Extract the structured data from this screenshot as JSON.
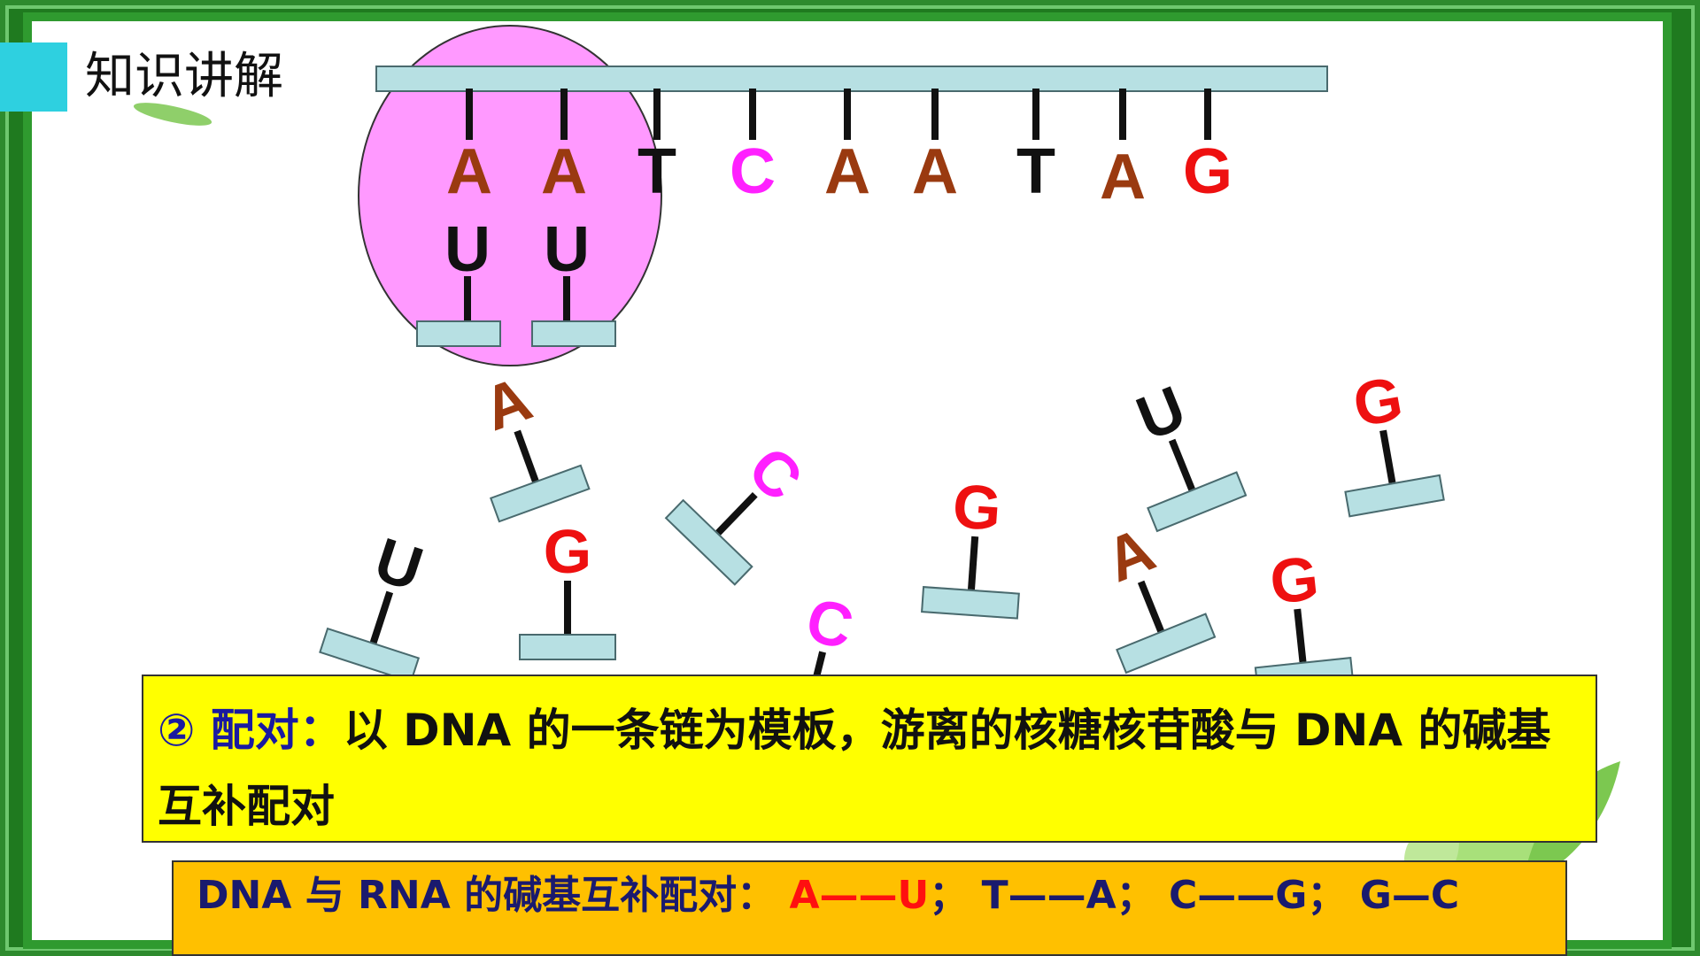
{
  "title": "知识讲解",
  "template_strand": {
    "bases": [
      {
        "letter": "A",
        "color": "#9a3a10"
      },
      {
        "letter": "A",
        "color": "#9a3a10"
      },
      {
        "letter": "T",
        "color": "#111111"
      },
      {
        "letter": "C",
        "color": "#ff20ff"
      },
      {
        "letter": "A",
        "color": "#9a3a10"
      },
      {
        "letter": "A",
        "color": "#9a3a10"
      },
      {
        "letter": "T",
        "color": "#111111"
      },
      {
        "letter": "A",
        "color": "#9a3a10"
      },
      {
        "letter": "G",
        "color": "#ee1010"
      }
    ]
  },
  "paired": [
    {
      "letter": "U",
      "color": "#111111"
    },
    {
      "letter": "U",
      "color": "#111111"
    }
  ],
  "free_nucleotides": [
    {
      "letter": "A",
      "color": "#9a3a10"
    },
    {
      "letter": "G",
      "color": "#ee1010"
    },
    {
      "letter": "U",
      "color": "#111111"
    },
    {
      "letter": "C",
      "color": "#ff20ff"
    },
    {
      "letter": "G",
      "color": "#ee1010"
    },
    {
      "letter": "U",
      "color": "#111111"
    },
    {
      "letter": "G",
      "color": "#ee1010"
    },
    {
      "letter": "C",
      "color": "#ff20ff"
    },
    {
      "letter": "A",
      "color": "#9a3a10"
    },
    {
      "letter": "G",
      "color": "#ee1010"
    }
  ],
  "note": {
    "head": "② 配对：",
    "body": "以 DNA 的一条链为模板，游离的核糖核苷酸与 DNA 的碱基互补配对"
  },
  "pairing_rule": {
    "prefix": "DNA 与 RNA 的碱基互补配对：",
    "pairs": [
      "A——U",
      "T——A",
      "C——G",
      "G—C"
    ],
    "separator": "；"
  }
}
